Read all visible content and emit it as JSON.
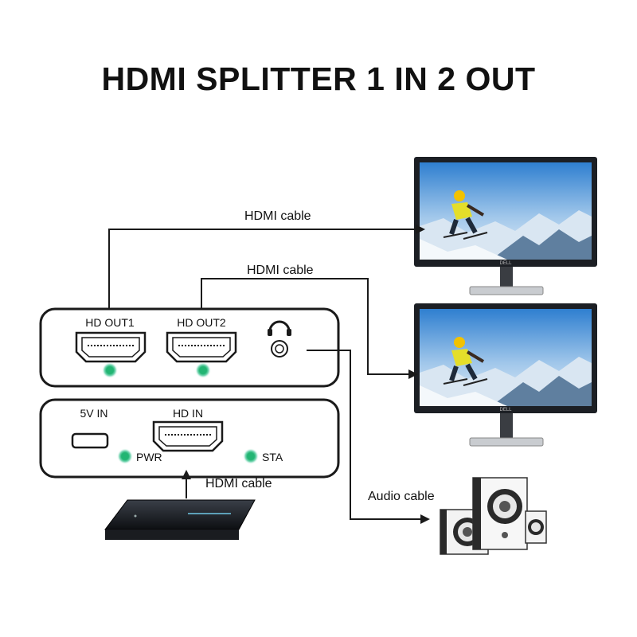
{
  "title": "HDMI SPLITTER 1 IN 2 OUT",
  "splitter_front": {
    "port_out1": "HD OUT1",
    "port_out2": "HD OUT2",
    "audio_port_icon": "headphone-icon"
  },
  "splitter_back": {
    "port_power": "5V IN",
    "port_in": "HD IN",
    "led_power": "PWR",
    "led_status": "STA"
  },
  "cables": {
    "top": "HDMI cable",
    "middle": "HDMI cable",
    "bottom": "HDMI cable",
    "audio": "Audio cable"
  },
  "monitor_brand": "DELL",
  "colors": {
    "led": "#22b573",
    "led_glow": "#8fe0c0",
    "outline": "#1a1a1a"
  }
}
